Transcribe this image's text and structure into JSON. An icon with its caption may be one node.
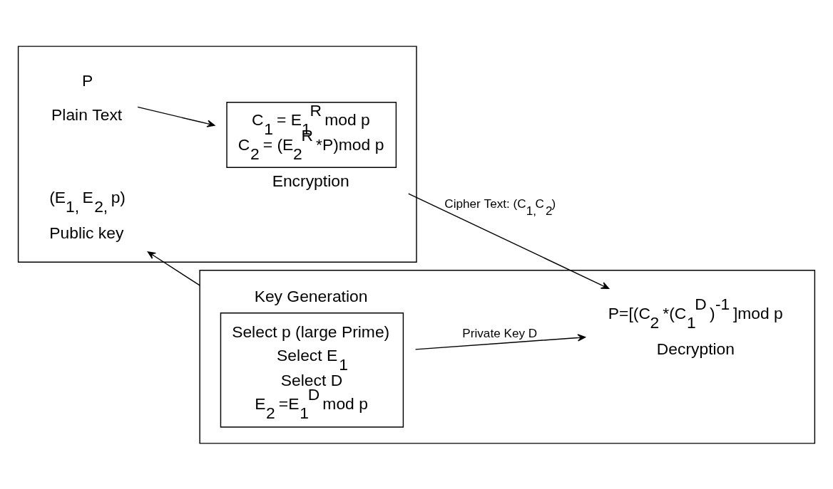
{
  "diagram": {
    "nodes": [
      {
        "text": [],
        "shape": "box"
      },
      {
        "text": [
          "(E$_{1,}$ E$_{2,}$ p)"
        ],
        "beside": [
          "Public key"
        ],
        "in": 0
      },
      {
        "text": [
          "P"
        ],
        "beside": [
          "Plain Text"
        ],
        "in": 0
      },
      {
        "text": [
          "C$_{1}$ = E$_{1}$$^{R}$ mod p",
          "C$_{2}$ = (E$_{2}$$^{R}$ *P)mod p"
        ],
        "beside": [
          "Encryption"
        ],
        "in": 0
      },
      {
        "text": [],
        "shape": "box"
      },
      {
        "text": [
          "Key Generation",
          "Select p (large Prime)",
          "Select E$_{1}$",
          "Select D",
          "E$_{2}$ =E$_{1}$$^{D}$ mod p"
        ],
        "in": 4
      },
      {
        "text": [
          "P=[(C$_{2}$ *(C$_{1}$$^{D}$ )$^{-1}$ ]mod p"
        ],
        "beside": [
          "Decryption"
        ],
        "in": 4
      }
    ],
    "edges": [
      {
        "from": 4,
        "to": 1,
        "arrow": "to"
      },
      {
        "from": 2,
        "to": 3,
        "arrow": "to"
      },
      {
        "from": 3,
        "to": 6,
        "arrow": "to",
        "label": "Cipher Text: (C$_{1,}$C$_{2}$)"
      },
      {
        "from": 5,
        "to": 6,
        "arrow": "to",
        "label": "Private Key D"
      }
    ]
  }
}
